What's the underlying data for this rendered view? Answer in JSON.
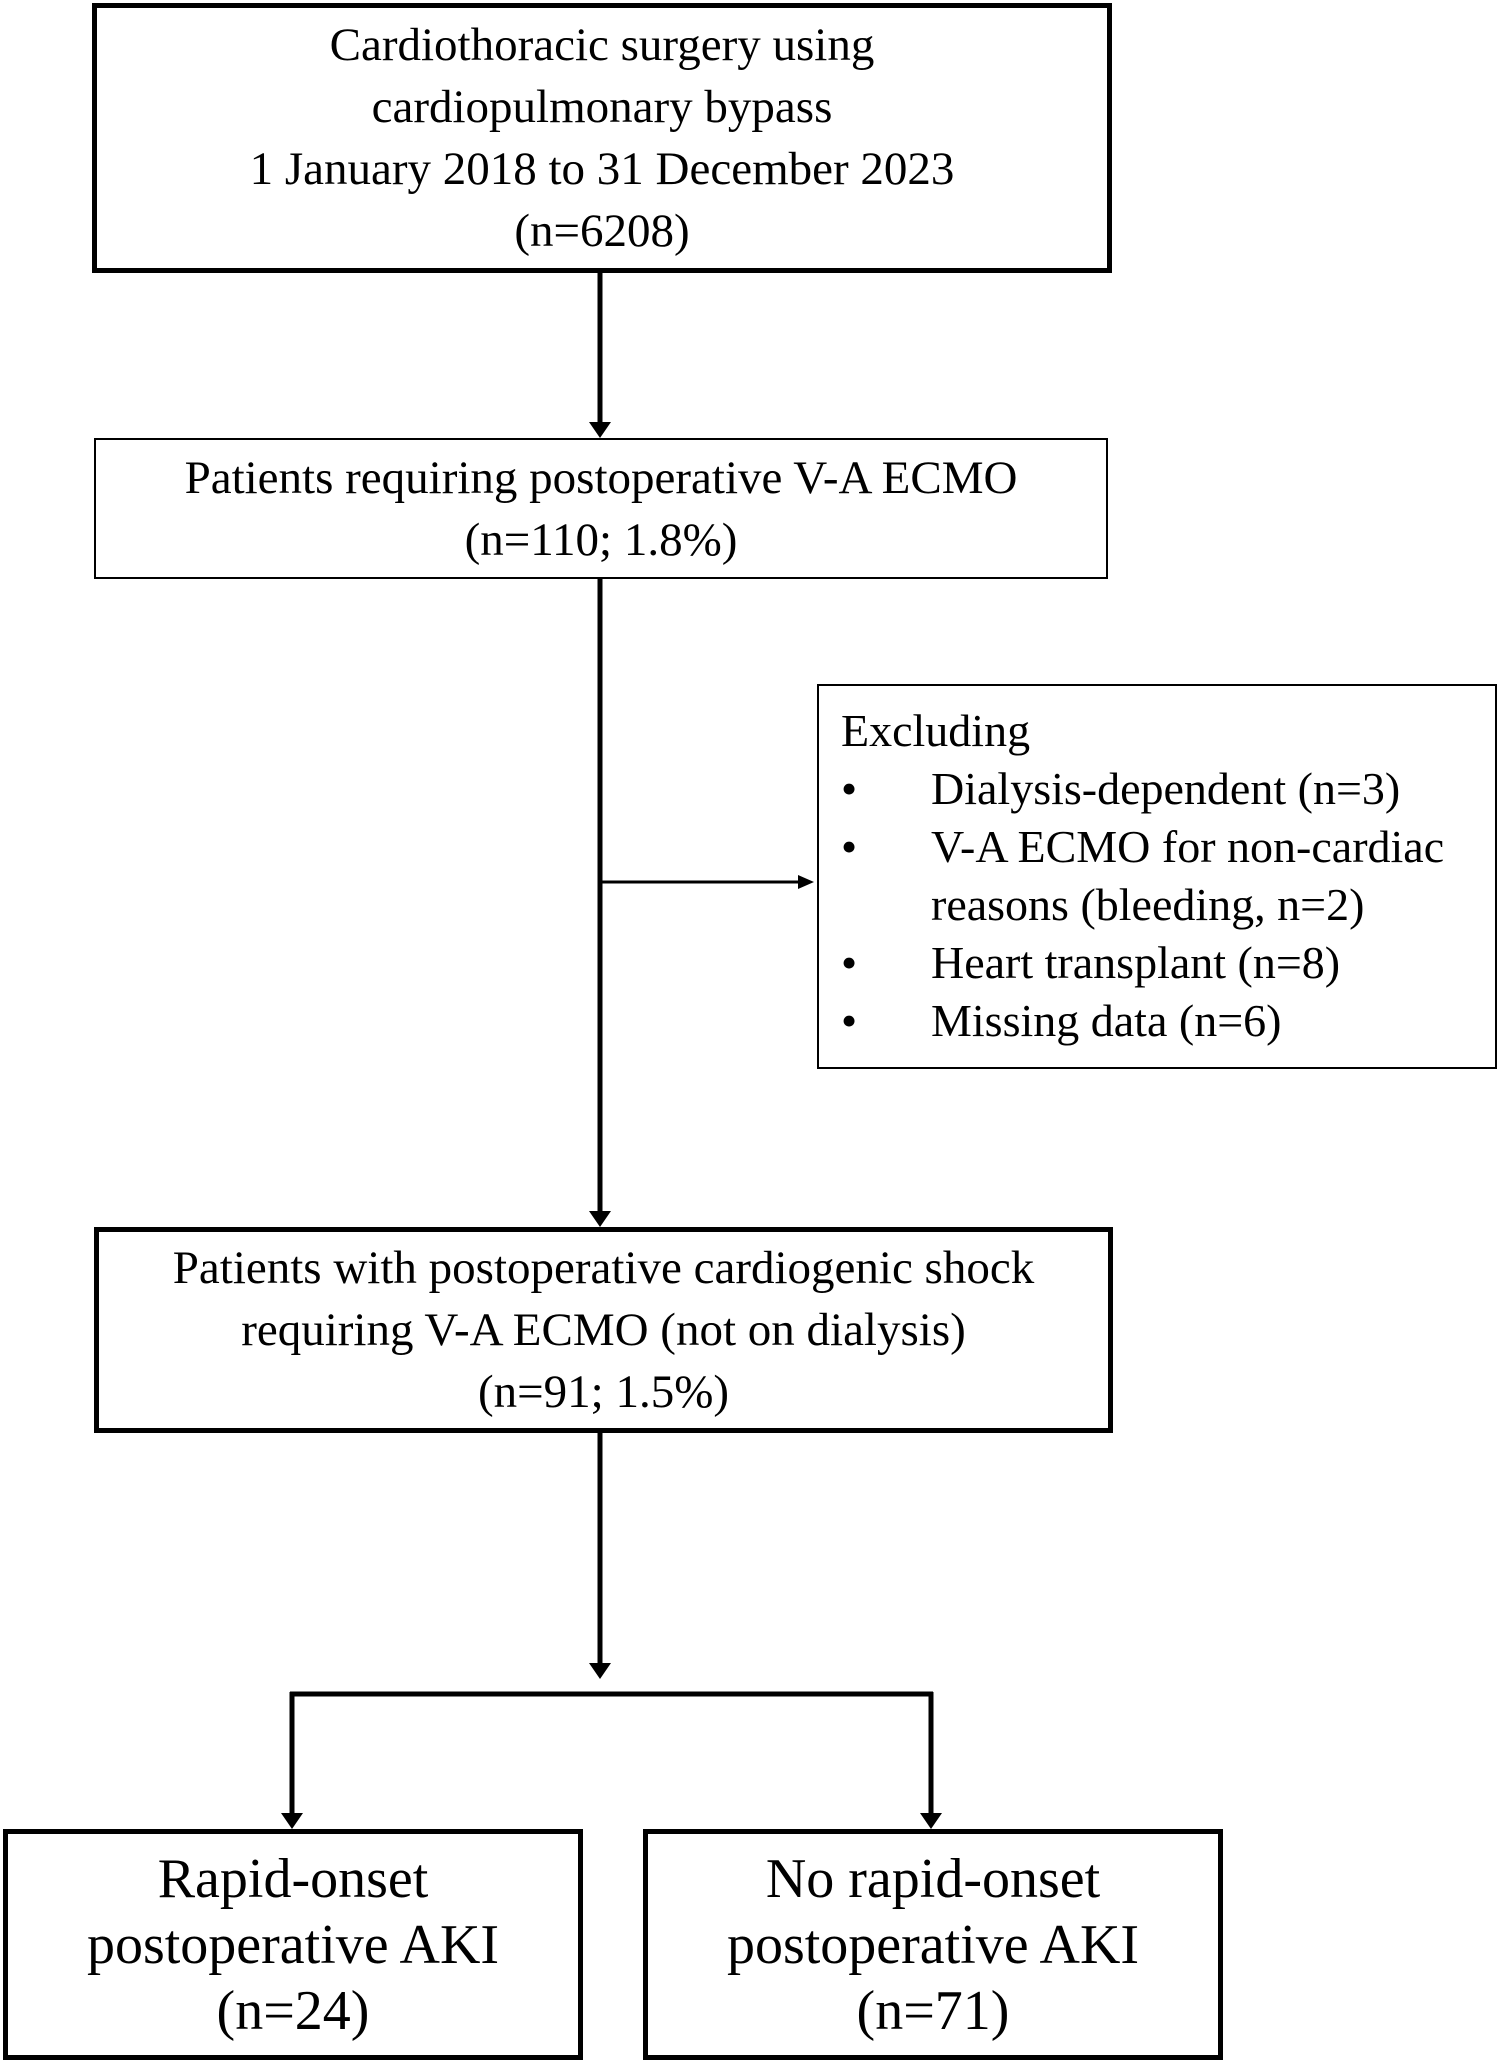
{
  "boxes": {
    "start": {
      "lines": [
        "Cardiothoracic surgery using",
        "cardiopulmonary bypass",
        "1 January 2018 to 31 December 2023",
        "(n=6208)"
      ]
    },
    "ecmo": {
      "lines": [
        "Patients requiring postoperative V-A ECMO",
        "(n=110; 1.8%)"
      ]
    },
    "exclusion": {
      "heading": "Excluding",
      "bullet": "•",
      "items": [
        {
          "lines": [
            "Dialysis-dependent (n=3)"
          ]
        },
        {
          "lines": [
            "V-A ECMO for non-cardiac",
            "reasons (bleeding, n=2)"
          ]
        },
        {
          "lines": [
            "Heart transplant (n=8)"
          ]
        },
        {
          "lines": [
            "Missing data (n=6)"
          ]
        }
      ]
    },
    "shock": {
      "lines": [
        "Patients with postoperative cardiogenic shock",
        "requiring V-A ECMO (not on dialysis)",
        "(n=91; 1.5%)"
      ]
    },
    "rapid_aki": {
      "lines": [
        "Rapid-onset",
        "postoperative AKI",
        "(n=24)"
      ]
    },
    "no_rapid_aki": {
      "lines": [
        "No rapid-onset",
        "postoperative AKI",
        "(n=71)"
      ]
    }
  }
}
